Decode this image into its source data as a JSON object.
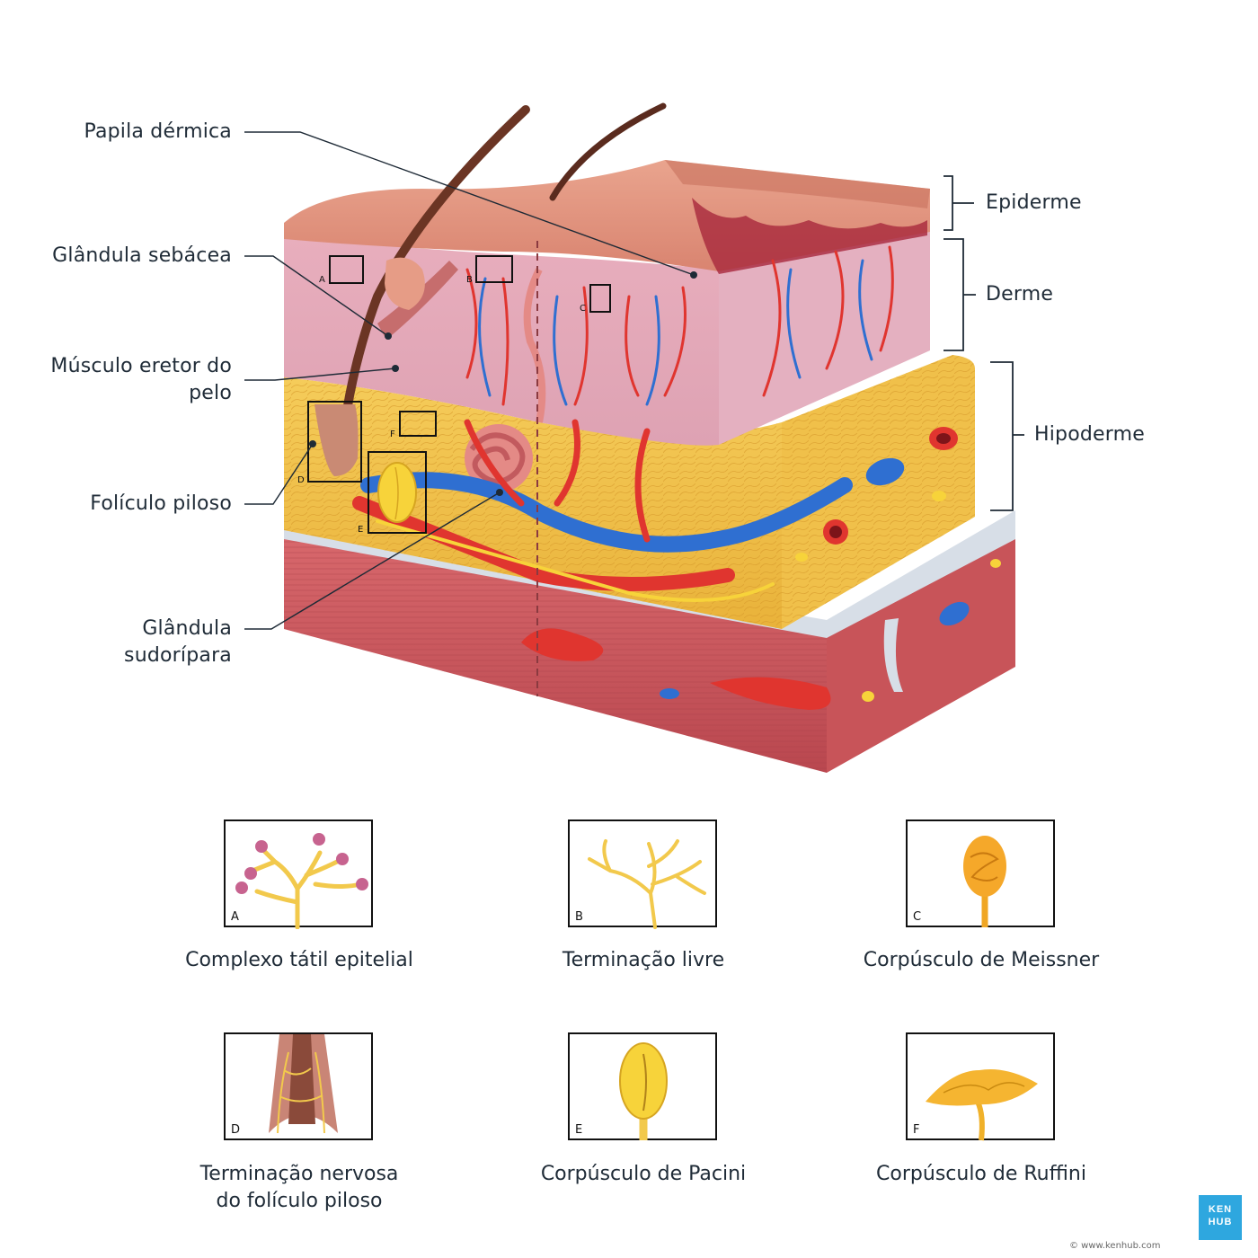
{
  "labels_left": {
    "papila": "Papila dérmica",
    "sebacea": "Glândula sebácea",
    "musculo_l1": "Músculo eretor do",
    "musculo_l2": "pelo",
    "foliculo": "Folículo piloso",
    "sudoripara_l1": "Glândula",
    "sudoripara_l2": "sudorípara"
  },
  "labels_right": {
    "epiderme": "Epiderme",
    "derme": "Derme",
    "hipoderme": "Hipoderme"
  },
  "inset_letters": [
    "A",
    "B",
    "C",
    "D",
    "E",
    "F"
  ],
  "receptors": [
    {
      "letter": "A",
      "caption": "Complexo tátil epitelial"
    },
    {
      "letter": "B",
      "caption": "Terminação livre"
    },
    {
      "letter": "C",
      "caption": "Corpúsculo de Meissner"
    },
    {
      "letter": "D",
      "caption_l1": "Terminação nervosa",
      "caption_l2": "do folículo piloso"
    },
    {
      "letter": "E",
      "caption": "Corpúsculo de Pacini"
    },
    {
      "letter": "F",
      "caption": "Corpúsculo de Ruffini"
    }
  ],
  "brand": {
    "logo_l1": "KEN",
    "logo_l2": "HUB",
    "copyright": "© www.kenhub.com"
  },
  "colors": {
    "epidermis": "#e8a38f",
    "dermis": "#e9b8c4",
    "hypodermis": "#f2c24a",
    "muscle": "#c9555b",
    "fascia": "#cfd8e3",
    "artery": "#e0352f",
    "vein": "#2f6fd1",
    "nerve": "#f7d33a"
  }
}
